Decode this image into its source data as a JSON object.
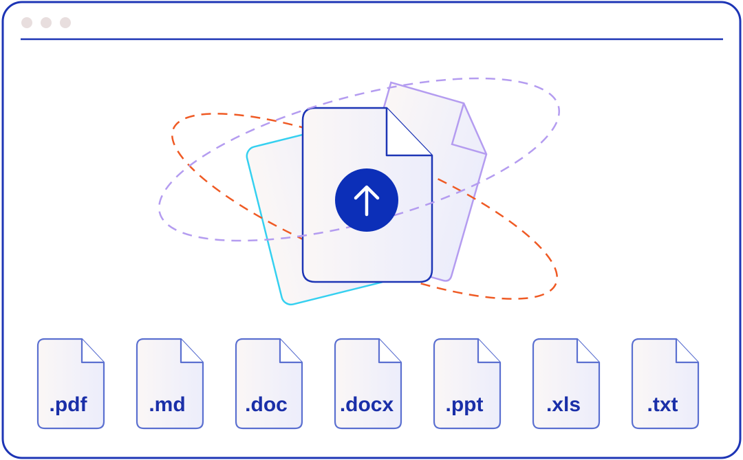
{
  "window": {
    "controls": [
      "dot",
      "dot",
      "dot"
    ]
  },
  "upload": {
    "icon": "arrow-up-icon"
  },
  "file_types": [
    {
      "label": ".pdf"
    },
    {
      "label": ".md"
    },
    {
      "label": ".doc"
    },
    {
      "label": ".docx"
    },
    {
      "label": ".ppt"
    },
    {
      "label": ".xls"
    },
    {
      "label": ".txt"
    }
  ],
  "colors": {
    "frame": "#1d35b5",
    "file_outline": "#5a6fd0",
    "label": "#1a2fa8",
    "upload_circle": "#0c2fb8",
    "orbit_orange": "#ef5a24",
    "orbit_purple": "#b49cf0",
    "doc_cyan": "#35d0f0",
    "doc_purple": "#b49cf0",
    "dot": "#e8dede"
  }
}
